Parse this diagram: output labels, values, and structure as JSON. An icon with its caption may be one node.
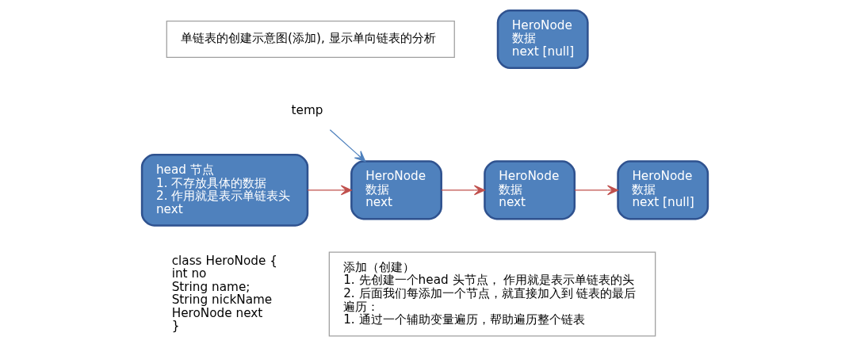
{
  "diagram": {
    "nodes": [
      {
        "text": [
          "单链表的创建示意图(添加), 显示单向链表的分析"
        ]
      },
      {
        "text": [
          "HeroNode",
          "数据",
          "next [null]"
        ]
      },
      {
        "text": [
          "temp"
        ]
      },
      {
        "text": [
          "head 节点",
          "1. 不存放具体的数据",
          "2. 作用就是表示单链表头",
          "next"
        ]
      },
      {
        "text": [
          "HeroNode",
          "数据",
          "next"
        ]
      },
      {
        "text": [
          "HeroNode",
          "数据",
          "next"
        ]
      },
      {
        "text": [
          "HeroNode",
          "数据",
          "next [null]"
        ]
      },
      {
        "text": [
          "添加（创建）",
          "1. 先创建一个head 头节点， 作用就是表示单链表的头",
          "2. 后面我们每添加一个节点，就直接加入到 链表的最后",
          "遍历：",
          "1. 通过一个辅助变量遍历，帮助遍历整个链表"
        ]
      }
    ],
    "edges": [
      {
        "from": 2,
        "to": 4,
        "arrow": "to",
        "color": "#4f81bd"
      },
      {
        "from": 3,
        "to": 4,
        "arrow": "to"
      },
      {
        "from": 4,
        "to": 5,
        "arrow": "to"
      },
      {
        "from": 5,
        "to": 6,
        "arrow": "to"
      }
    ],
    "labels": [
      "class HeroNode {",
      "int no",
      "String name;",
      "String nickName",
      "HeroNode next",
      "}"
    ]
  }
}
